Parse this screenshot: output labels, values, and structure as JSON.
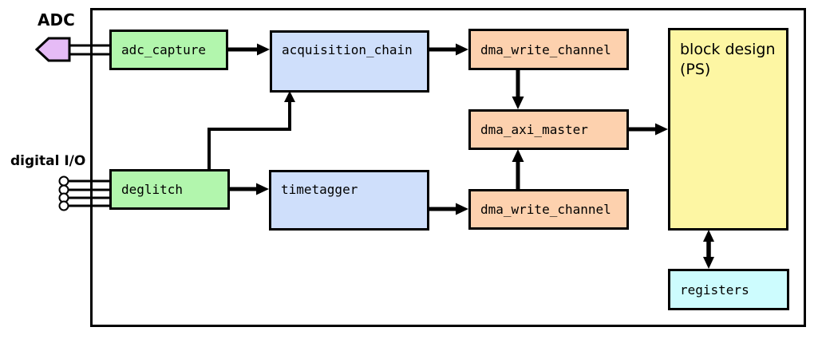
{
  "labels": {
    "adc": "ADC",
    "digital_io": "digital I/O"
  },
  "blocks": {
    "adc_capture": {
      "label": "adc_capture"
    },
    "acquisition_chain": {
      "label": "acquisition_chain"
    },
    "dma_write_channel_top": {
      "label": "dma_write_channel"
    },
    "dma_axi_master": {
      "label": "dma_axi_master"
    },
    "dma_write_channel_bottom": {
      "label": "dma_write_channel"
    },
    "deglitch": {
      "label": "deglitch"
    },
    "timetagger": {
      "label": "timetagger"
    },
    "block_design_ps": {
      "line1": "block design",
      "line2": "(PS)"
    },
    "registers": {
      "label": "registers"
    }
  },
  "colors": {
    "green": "#b2f6ad",
    "blue": "#cfdffb",
    "salmon": "#fdd1ae",
    "yellow": "#fdf6a3",
    "cyan": "#cdfcfe",
    "purple": "#e6bbf6",
    "line": "#000000"
  },
  "connections": [
    {
      "from": "ADC port",
      "to": "adc_capture",
      "type": "bus"
    },
    {
      "from": "adc_capture",
      "to": "acquisition_chain",
      "type": "arrow"
    },
    {
      "from": "acquisition_chain",
      "to": "dma_write_channel_top",
      "type": "arrow"
    },
    {
      "from": "dma_write_channel_top",
      "to": "dma_axi_master",
      "type": "arrow"
    },
    {
      "from": "dma_axi_master",
      "to": "block_design_ps",
      "type": "arrow"
    },
    {
      "from": "digital I/O pins",
      "to": "deglitch",
      "type": "wires-x4"
    },
    {
      "from": "deglitch",
      "to": "acquisition_chain",
      "type": "arrow"
    },
    {
      "from": "deglitch",
      "to": "timetagger",
      "type": "arrow"
    },
    {
      "from": "timetagger",
      "to": "dma_write_channel_bottom",
      "type": "arrow"
    },
    {
      "from": "dma_write_channel_bottom",
      "to": "dma_axi_master",
      "type": "arrow"
    },
    {
      "from": "block_design_ps",
      "to": "registers",
      "type": "bidirectional-arrow"
    }
  ]
}
